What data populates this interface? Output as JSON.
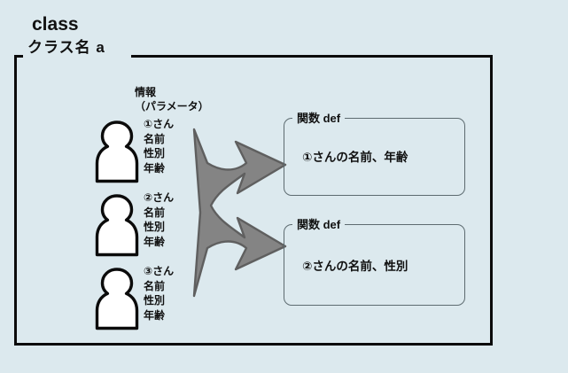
{
  "diagram": {
    "background_color": "#dce9ee",
    "class_frame": {
      "keyword": "class",
      "name_label": "クラス名 a",
      "border_color": "#0b0b0b"
    },
    "parameter_heading": {
      "line1": "情報",
      "line2": "（パラメータ）"
    },
    "people": [
      {
        "icon": "person-silhouette-icon",
        "name": "①さん",
        "fields": [
          "名前",
          "性別",
          "年齢"
        ]
      },
      {
        "icon": "person-silhouette-icon",
        "name": "②さん",
        "fields": [
          "名前",
          "性別",
          "年齢"
        ]
      },
      {
        "icon": "person-silhouette-icon",
        "name": "③さん",
        "fields": [
          "名前",
          "性別",
          "年齢"
        ]
      }
    ],
    "arrow": {
      "icon": "branching-arrow-icon",
      "fill_color": "#848484",
      "stroke_color": "#5f5f5f"
    },
    "functions": [
      {
        "label": "関数 def",
        "body": "①さんの名前、年齢",
        "border_color": "#5d6b70"
      },
      {
        "label": "関数 def",
        "body": "②さんの名前、性別",
        "border_color": "#5d6b70"
      }
    ]
  }
}
